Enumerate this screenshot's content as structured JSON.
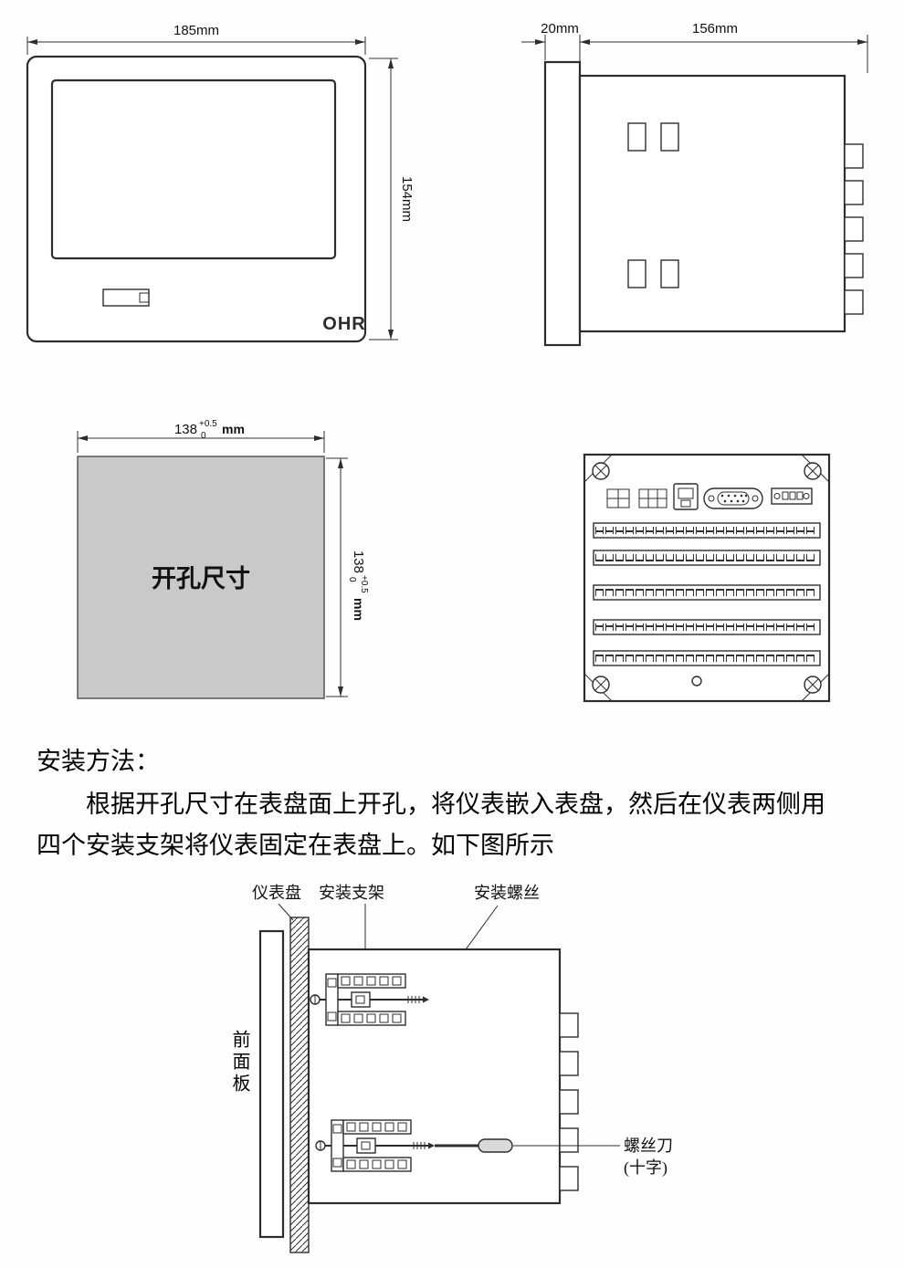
{
  "front_view": {
    "width_label": "185mm",
    "height_label": "154mm",
    "brand": "OHR"
  },
  "side_view": {
    "bezel_width_label": "20mm",
    "depth_label": "156mm"
  },
  "cutout_view": {
    "title": "开孔尺寸",
    "dim_value": "138",
    "tol_plus": "+0.5",
    "tol_minus": "0",
    "unit": "mm"
  },
  "instructions": {
    "heading": "安装方法：",
    "body": "根据开孔尺寸在表盘面上开孔，将仪表嵌入表盘，然后在仪表两侧用四个安装支架将仪表固定在表盘上。如下图所示"
  },
  "install_diagram": {
    "panel_label": "仪表盘",
    "bracket_label": "安装支架",
    "screw_label": "安装螺丝",
    "front_panel_label": "前面板",
    "screwdriver_label": "螺丝刀",
    "screwdriver_type": "(十字)"
  },
  "colors": {
    "line": "#2d2d2d",
    "cutout_fill": "#c9c9c9",
    "handle_fill": "#d9d9d9"
  }
}
